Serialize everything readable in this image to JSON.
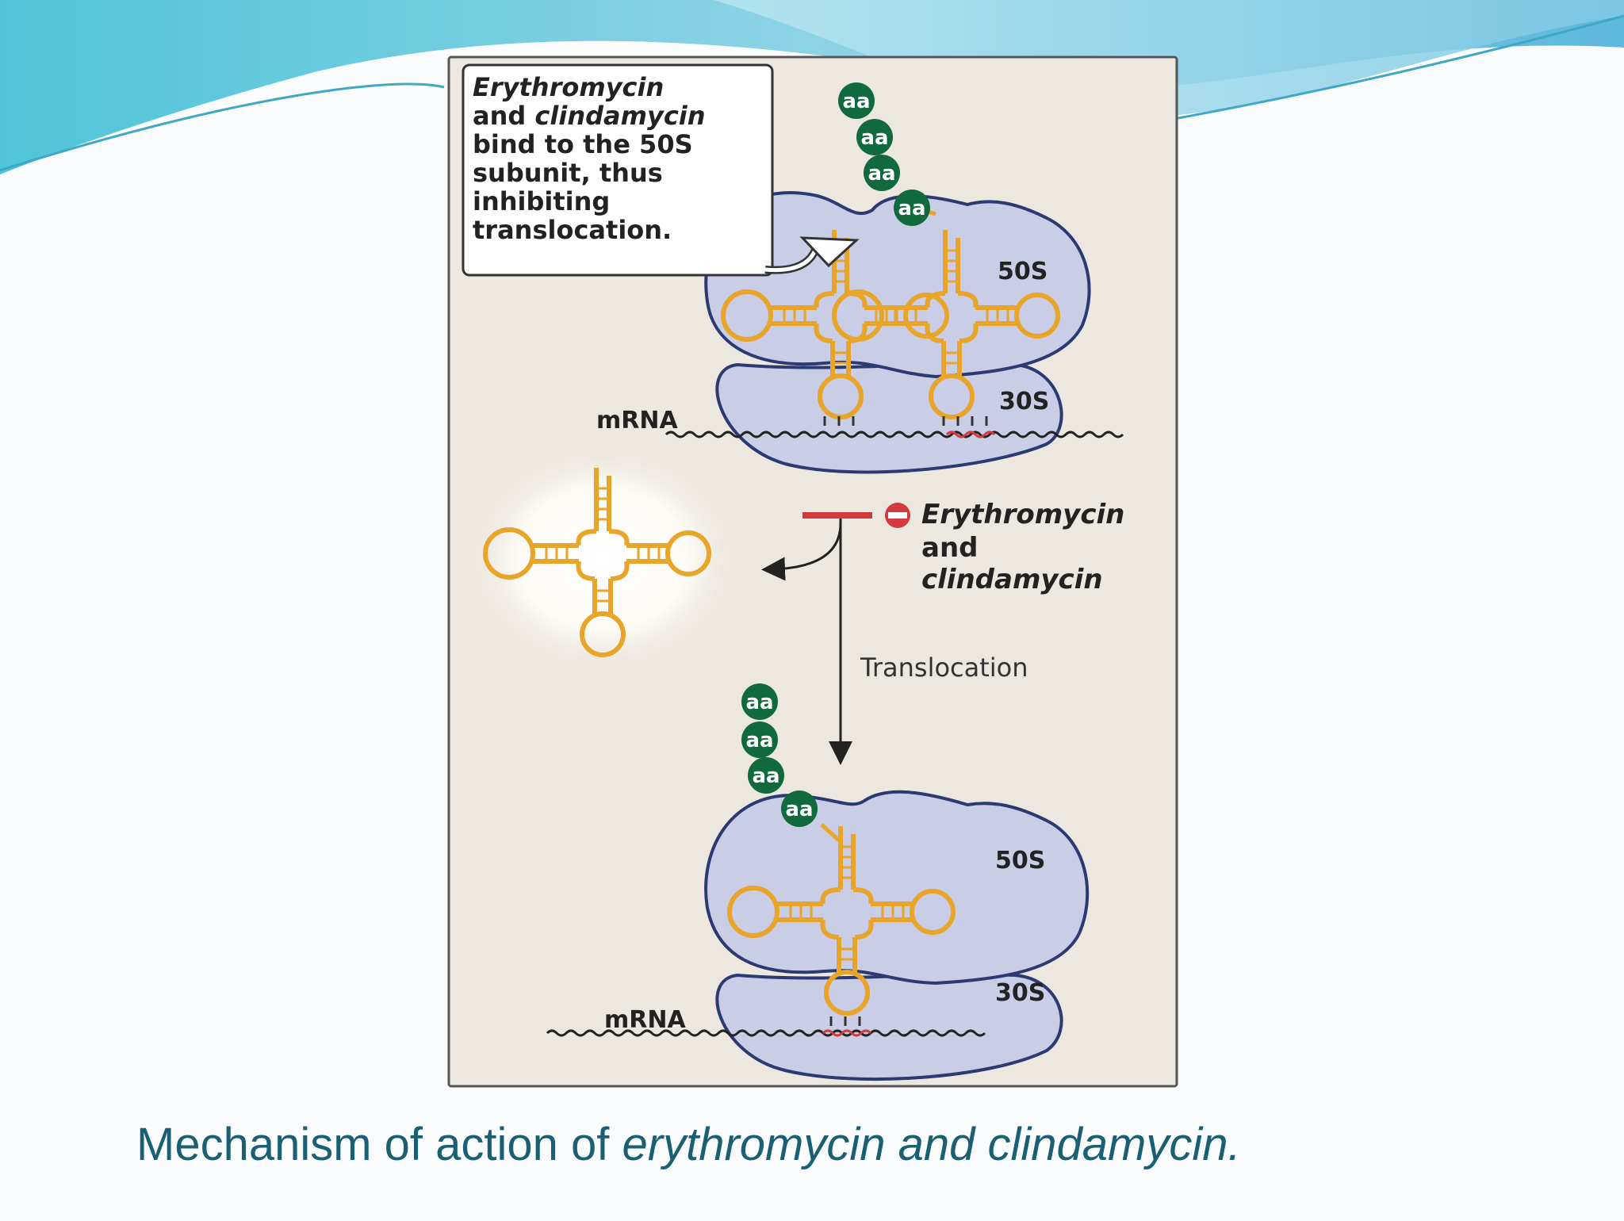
{
  "callout": {
    "line1_italic": "Erythromycin",
    "line2_pre": "and ",
    "line2_italic": "clindamycin",
    "line3": "bind to the 50S",
    "line4": "subunit, thus",
    "line5": "inhibiting",
    "line6": "translocation."
  },
  "labels": {
    "aa": "aa",
    "large_subunit": "50S",
    "small_subunit": "30S",
    "mrna": "mRNA",
    "translocation": "Translocation"
  },
  "inhibitor": {
    "line1": "Erythromycin",
    "line2": "and",
    "line3": "clindamycin"
  },
  "caption": {
    "plain": "Mechanism of action of ",
    "italic": "erythromycin and clindamycin."
  },
  "colors": {
    "ribosome_fill": "#c9cde5",
    "ribosome_stroke": "#2c3a73",
    "trna": "#e9a52a",
    "aa_fill": "#106a3c",
    "inhibit_red": "#d23a3e",
    "panel_bg": "#ece7df",
    "caption_text": "#1a5f73"
  }
}
